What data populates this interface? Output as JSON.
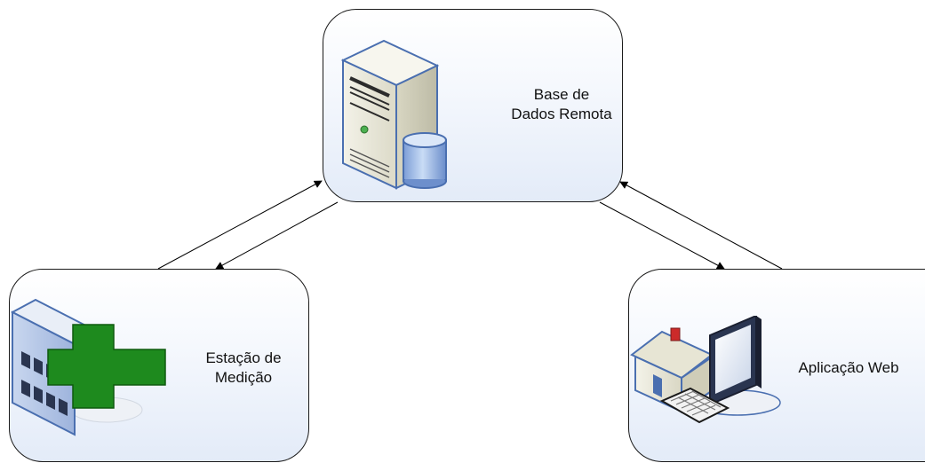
{
  "nodes": {
    "database": {
      "line1": "Base de",
      "line2": "Dados Remota",
      "icon": "server-database-icon"
    },
    "station": {
      "line1": "Estação de",
      "line2": "Medição",
      "icon": "medical-building-icon"
    },
    "web_app": {
      "line1": "Aplicação Web",
      "icon": "house-computer-icon"
    }
  },
  "edges": [
    {
      "from": "station",
      "to": "database",
      "arrow": "to"
    },
    {
      "from": "database",
      "to": "station",
      "arrow": "to"
    },
    {
      "from": "database",
      "to": "web_app",
      "arrow": "to"
    },
    {
      "from": "web_app",
      "to": "database",
      "arrow": "to"
    }
  ],
  "colors": {
    "box_fill_top": "#ffffff",
    "box_fill_bottom": "#e3ebf8",
    "cross_green": "#1e8a1e",
    "outline_blue": "#4a6fb0",
    "line": "#000000"
  }
}
